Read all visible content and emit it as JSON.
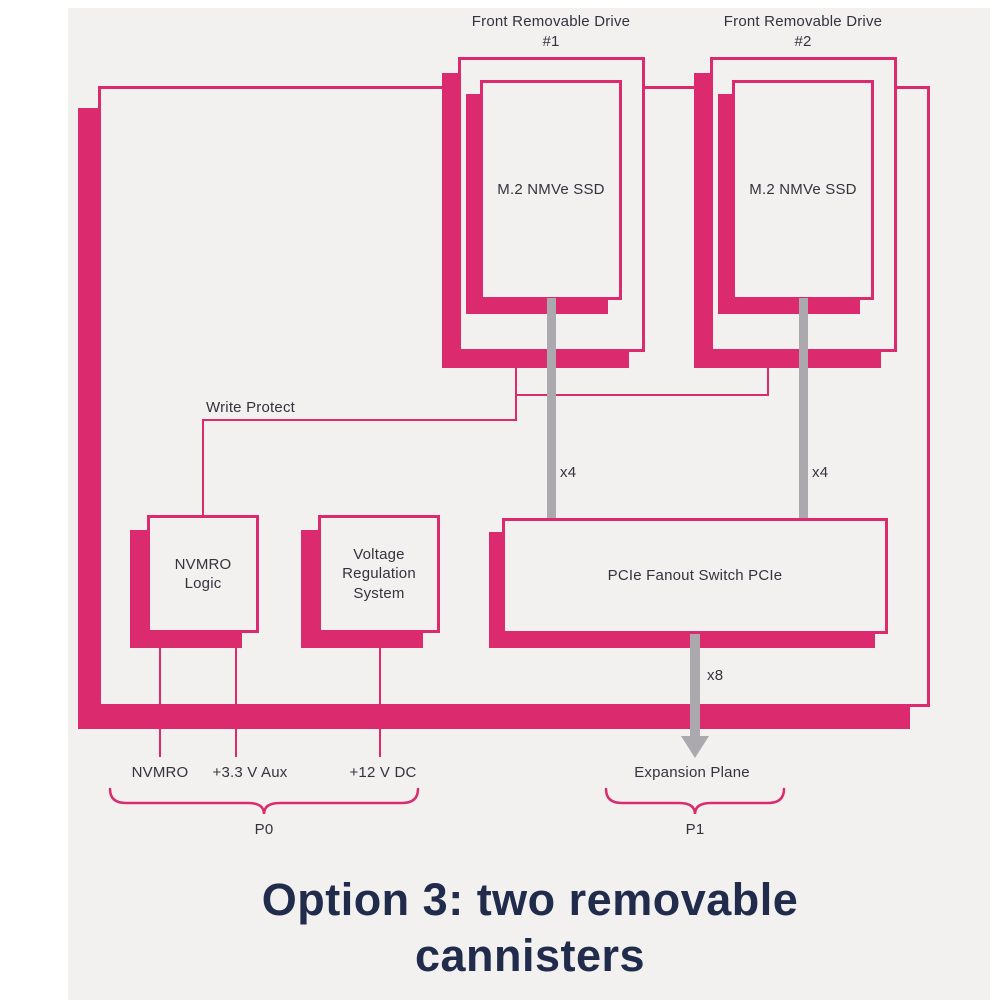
{
  "colors": {
    "accent": "#DB2A6E",
    "background": "#FFFFFF",
    "panel": "#F3F1F0",
    "title_text": "#212C4D",
    "label_text": "#33333E",
    "connector_gray": "#ACA9AE"
  },
  "title": "Option 3: two removable cannisters",
  "drives": [
    {
      "label": "Front Removable Drive\n#1",
      "ssd": "M.2 NMVe SSD",
      "lanes": "x4"
    },
    {
      "label": "Front Removable Drive\n#2",
      "ssd": "M.2 NMVe SSD",
      "lanes": "x4"
    }
  ],
  "blocks": {
    "nvmro_logic": "NVMRO\nLogic",
    "voltage_regulation": "Voltage\nRegulation\nSystem",
    "pcie_switch": "PCIe Fanout Switch PCIe"
  },
  "signals": {
    "write_protect": "Write Protect",
    "expansion_lanes": "x8"
  },
  "power_rails": {
    "nvmro": "NVMRO",
    "aux_33v": "+3.3 V Aux",
    "dc_12v": "+12 V DC"
  },
  "expansion": {
    "label": "Expansion Plane"
  },
  "groups": {
    "p0": "P0",
    "p1": "P1"
  }
}
